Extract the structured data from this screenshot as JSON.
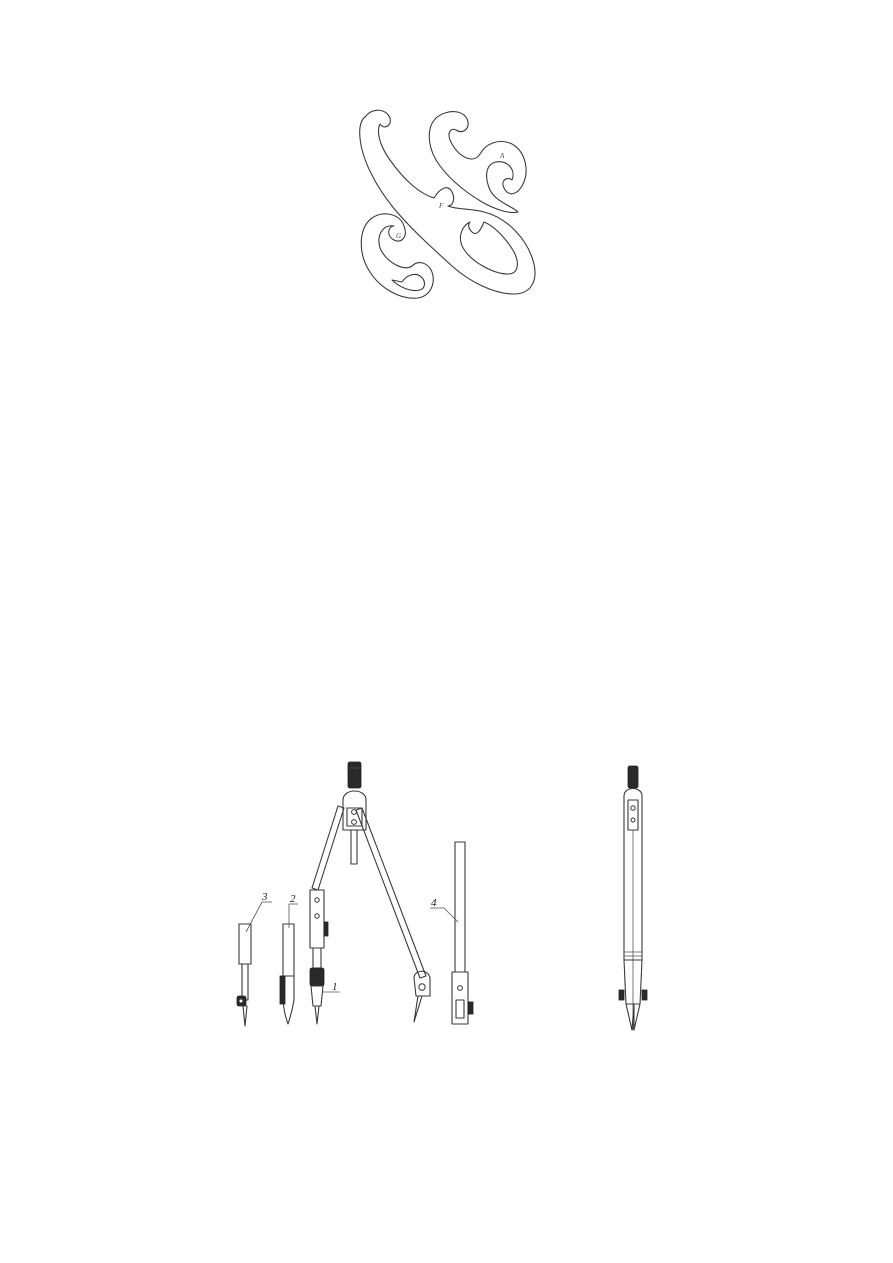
{
  "curves": {
    "labels": {
      "a": "A",
      "f": "F",
      "g": "G"
    }
  },
  "compass_set": {
    "callouts": {
      "one": "1",
      "two": "2",
      "three": "3",
      "four": "4"
    }
  }
}
